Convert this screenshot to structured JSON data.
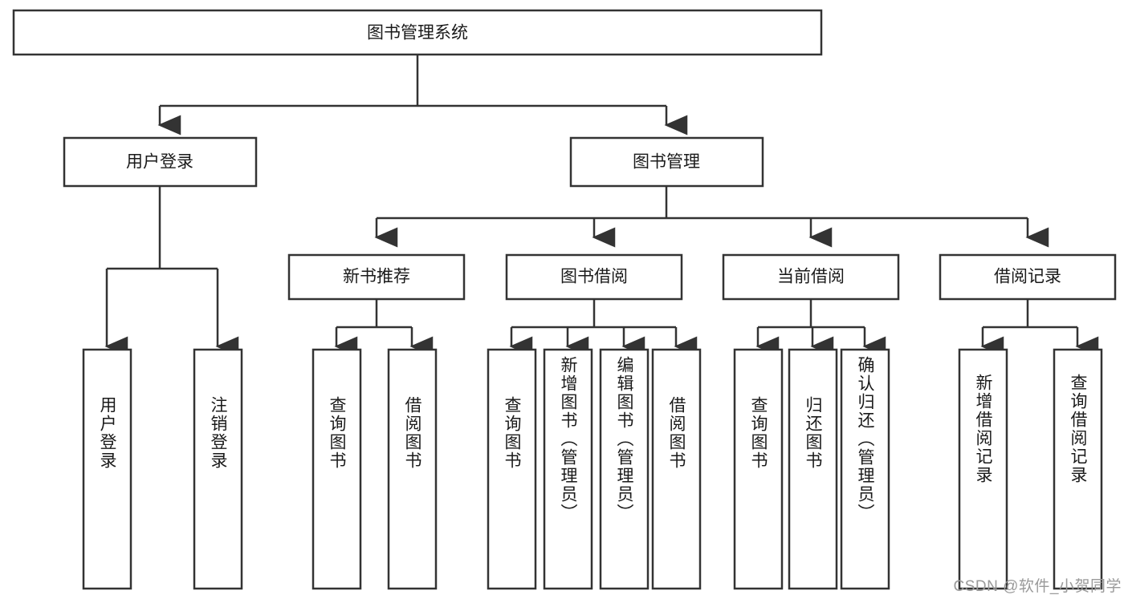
{
  "diagram": {
    "type": "tree-hierarchy-chart",
    "title_node": {
      "label": "图书管理系统"
    },
    "level2": [
      {
        "label": "用户登录"
      },
      {
        "label": "图书管理"
      }
    ],
    "level3": [
      {
        "label": "新书推荐"
      },
      {
        "label": "图书借阅"
      },
      {
        "label": "当前借阅"
      },
      {
        "label": "借阅记录"
      }
    ],
    "leaves": {
      "user_login": [
        {
          "label": "用户登录"
        },
        {
          "label": "注销登录"
        }
      ],
      "new_book_recommend": [
        {
          "label": "查询图书"
        },
        {
          "label": "借阅图书"
        }
      ],
      "book_borrow": [
        {
          "label": "查询图书"
        },
        {
          "label": "新增图书（管理员）"
        },
        {
          "label": "编辑图书（管理员）"
        },
        {
          "label": "借阅图书"
        }
      ],
      "current_borrow": [
        {
          "label": "查询图书"
        },
        {
          "label": "归还图书"
        },
        {
          "label": "确认归还（管理员）"
        }
      ],
      "borrow_record": [
        {
          "label": "新增借阅记录"
        },
        {
          "label": "查询借阅记录"
        }
      ]
    }
  },
  "watermark": {
    "text": "CSDN @软件_小贺同学"
  },
  "colors": {
    "stroke": "#333333",
    "fill": "#ffffff",
    "text": "#1a1a1a",
    "watermark": "#9a9a9a"
  }
}
